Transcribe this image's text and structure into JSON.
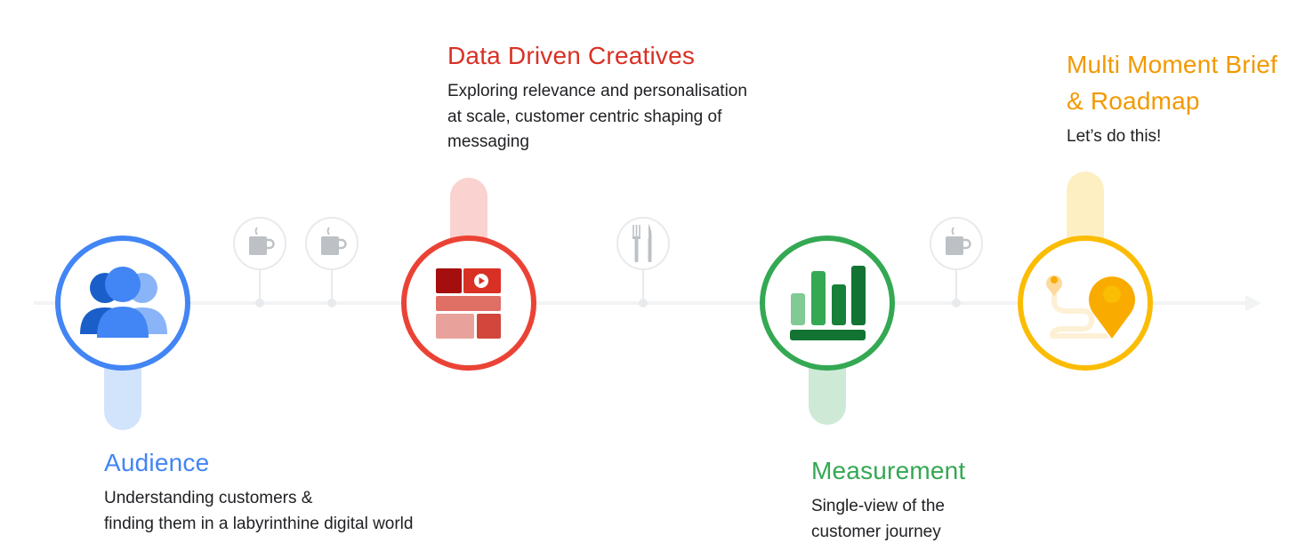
{
  "colors": {
    "audience": "#4285f4",
    "creatives": "#ea4335",
    "measurement": "#34a853",
    "roadmap": "#fbbc04",
    "timeline": "#f1f3f4",
    "break_icon": "#bdc1c6"
  },
  "stages": [
    {
      "id": "audience",
      "title": "Audience",
      "description_lines": [
        "Understanding customers &",
        "finding them in a labyrinthine digital world"
      ],
      "icon": "people-group-icon"
    },
    {
      "id": "creatives",
      "title": "Data Driven Creatives",
      "description_lines": [
        "Exploring relevance and personalisation",
        "at scale, customer centric shaping of",
        "messaging"
      ],
      "icon": "creative-grid-icon"
    },
    {
      "id": "measurement",
      "title": "Measurement",
      "description_lines": [
        "Single-view of the",
        "customer journey"
      ],
      "icon": "bar-chart-icon"
    },
    {
      "id": "roadmap",
      "title": "Multi Moment Brief",
      "title_line2": "& Roadmap",
      "description_lines": [
        "Let’s do this!"
      ],
      "icon": "map-route-icon"
    }
  ],
  "breaks": [
    {
      "type": "coffee",
      "icon": "coffee-cup-icon"
    },
    {
      "type": "coffee",
      "icon": "coffee-cup-icon"
    },
    {
      "type": "lunch",
      "icon": "fork-knife-icon"
    },
    {
      "type": "coffee",
      "icon": "coffee-cup-icon"
    }
  ]
}
